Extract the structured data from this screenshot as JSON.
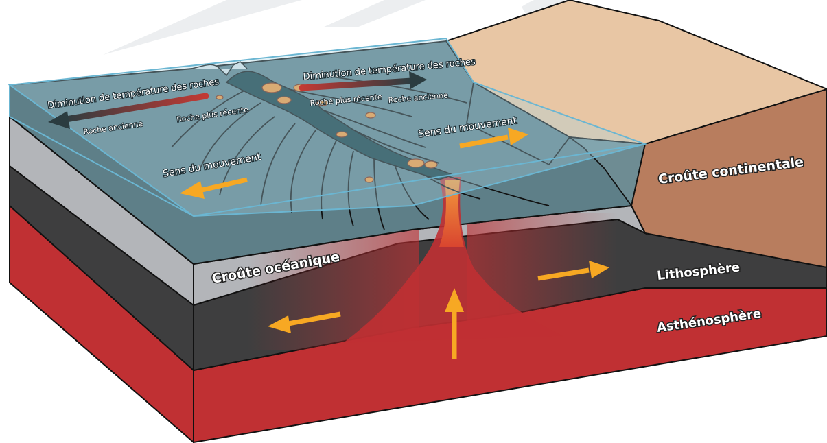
{
  "labels": {
    "continental_crust": "Croûte continentale",
    "oceanic_crust": "Croûte océanique",
    "lithosphere": "Lithosphère",
    "asthenosphere": "Asthénosphère",
    "movement_left": "Sens du mouvement",
    "movement_right": "Sens du mouvement",
    "temp_decrease_left": "Diminution de température des roches",
    "temp_decrease_right": "Diminution de température des roches",
    "recent_rock_left": "Roche plus récente",
    "recent_rock_right": "Roche plus récente",
    "old_rock_left": "Roche ancienne",
    "old_rock_right": "Roche ancienne"
  },
  "colors": {
    "ocean_water": "#a9d3e3",
    "ocean_floor": "#5e7f88",
    "oceanic_crust": "#b3b5b9",
    "lithosphere": "#3e3e3f",
    "asthenosphere": "#c03033",
    "continental_top": "#e8c6a4",
    "continental_side": "#b87d5e",
    "magma": "#f3953a",
    "arrow": "#f7a823",
    "rift_dark": "#133a40"
  }
}
